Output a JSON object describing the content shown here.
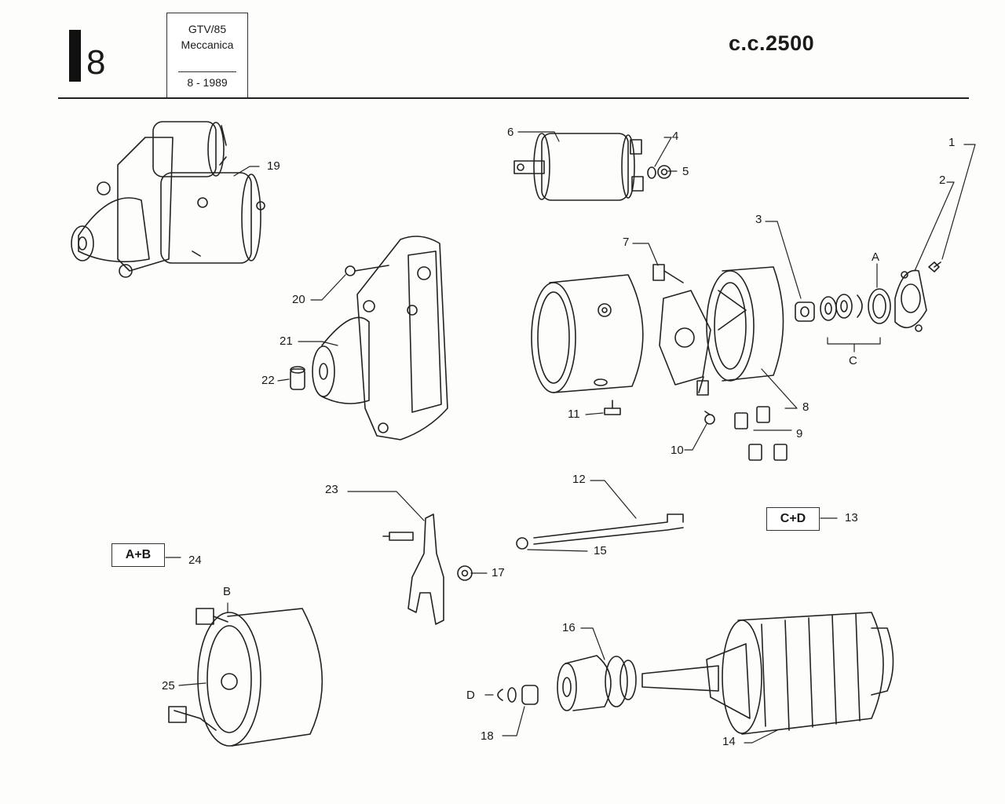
{
  "header": {
    "section_number": "8",
    "model": "GTV/85",
    "category": "Meccanica",
    "date": "8 - 1989",
    "engine": "c.c.2500"
  },
  "labels": {
    "n1": "1",
    "n2": "2",
    "n3": "3",
    "n4": "4",
    "n5": "5",
    "n6": "6",
    "n7": "7",
    "n8": "8",
    "n9": "9",
    "n10": "10",
    "n11": "11",
    "n12": "12",
    "n13": "13",
    "n14": "14",
    "n15": "15",
    "n16": "16",
    "n17": "17",
    "n18": "18",
    "n19": "19",
    "n20": "20",
    "n21": "21",
    "n22": "22",
    "n23": "23",
    "n24": "24",
    "n25": "25",
    "la": "A",
    "lb": "B",
    "lc": "C",
    "ld": "D"
  },
  "kits": {
    "cd": "C+D",
    "ab": "A+B"
  }
}
